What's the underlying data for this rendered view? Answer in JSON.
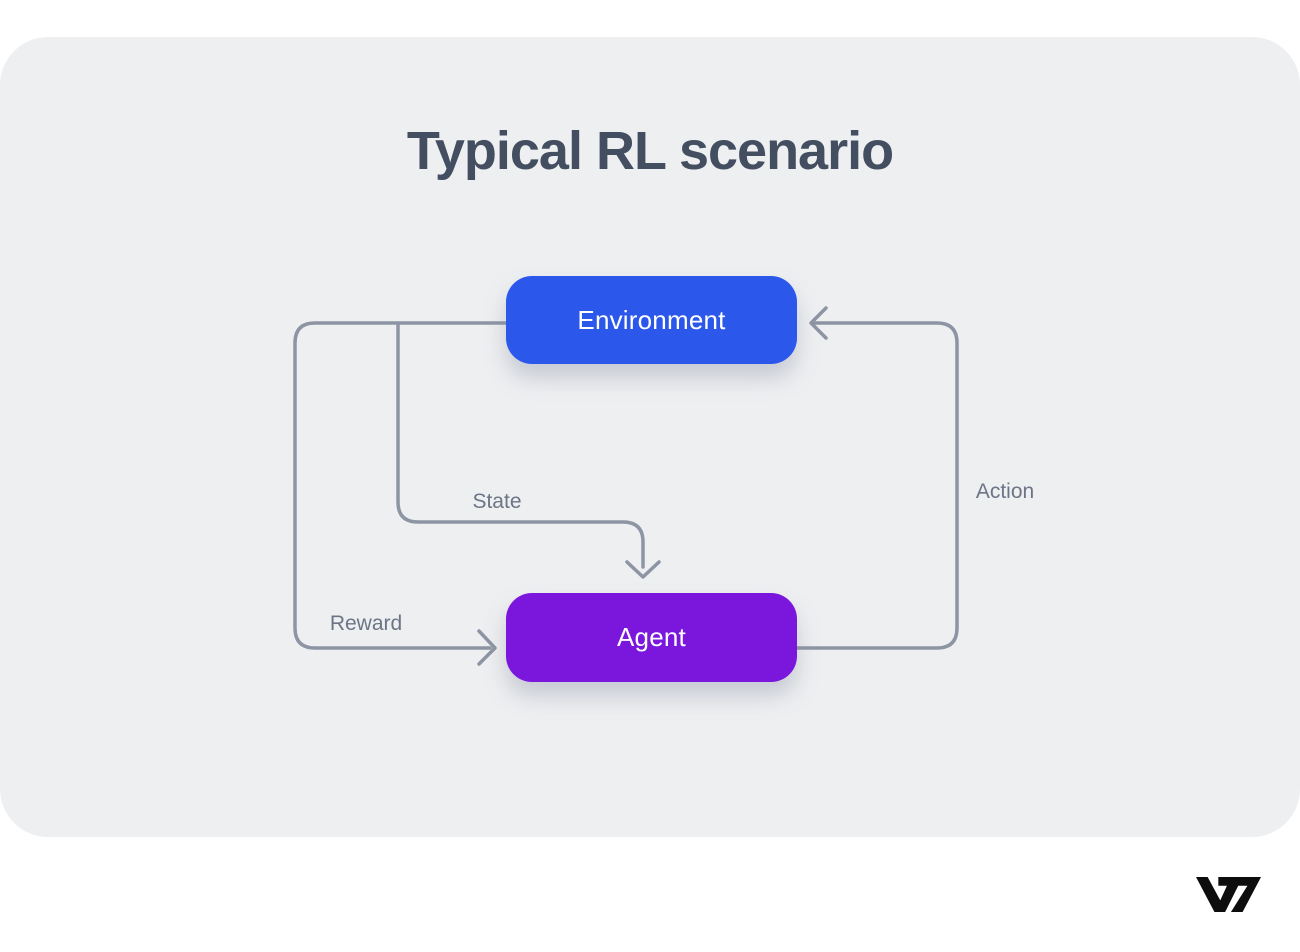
{
  "title": "Typical RL scenario",
  "nodes": {
    "environment": {
      "label": "Environment"
    },
    "agent": {
      "label": "Agent"
    }
  },
  "edges": {
    "state": {
      "label": "State"
    },
    "reward": {
      "label": "Reward"
    },
    "action": {
      "label": "Action"
    }
  },
  "logo": {
    "text": "V7"
  },
  "colors": {
    "page_bg": "#ffffff",
    "panel_bg": "#eeeff1",
    "environment_fill": "#2b58ea",
    "agent_fill": "#7b16dd",
    "node_text": "#ffffff",
    "arrow_stroke": "#8d95a4",
    "edge_label_text": "#6c7586",
    "title_text": "#434e61",
    "logo_fill": "#0d0d0d"
  }
}
